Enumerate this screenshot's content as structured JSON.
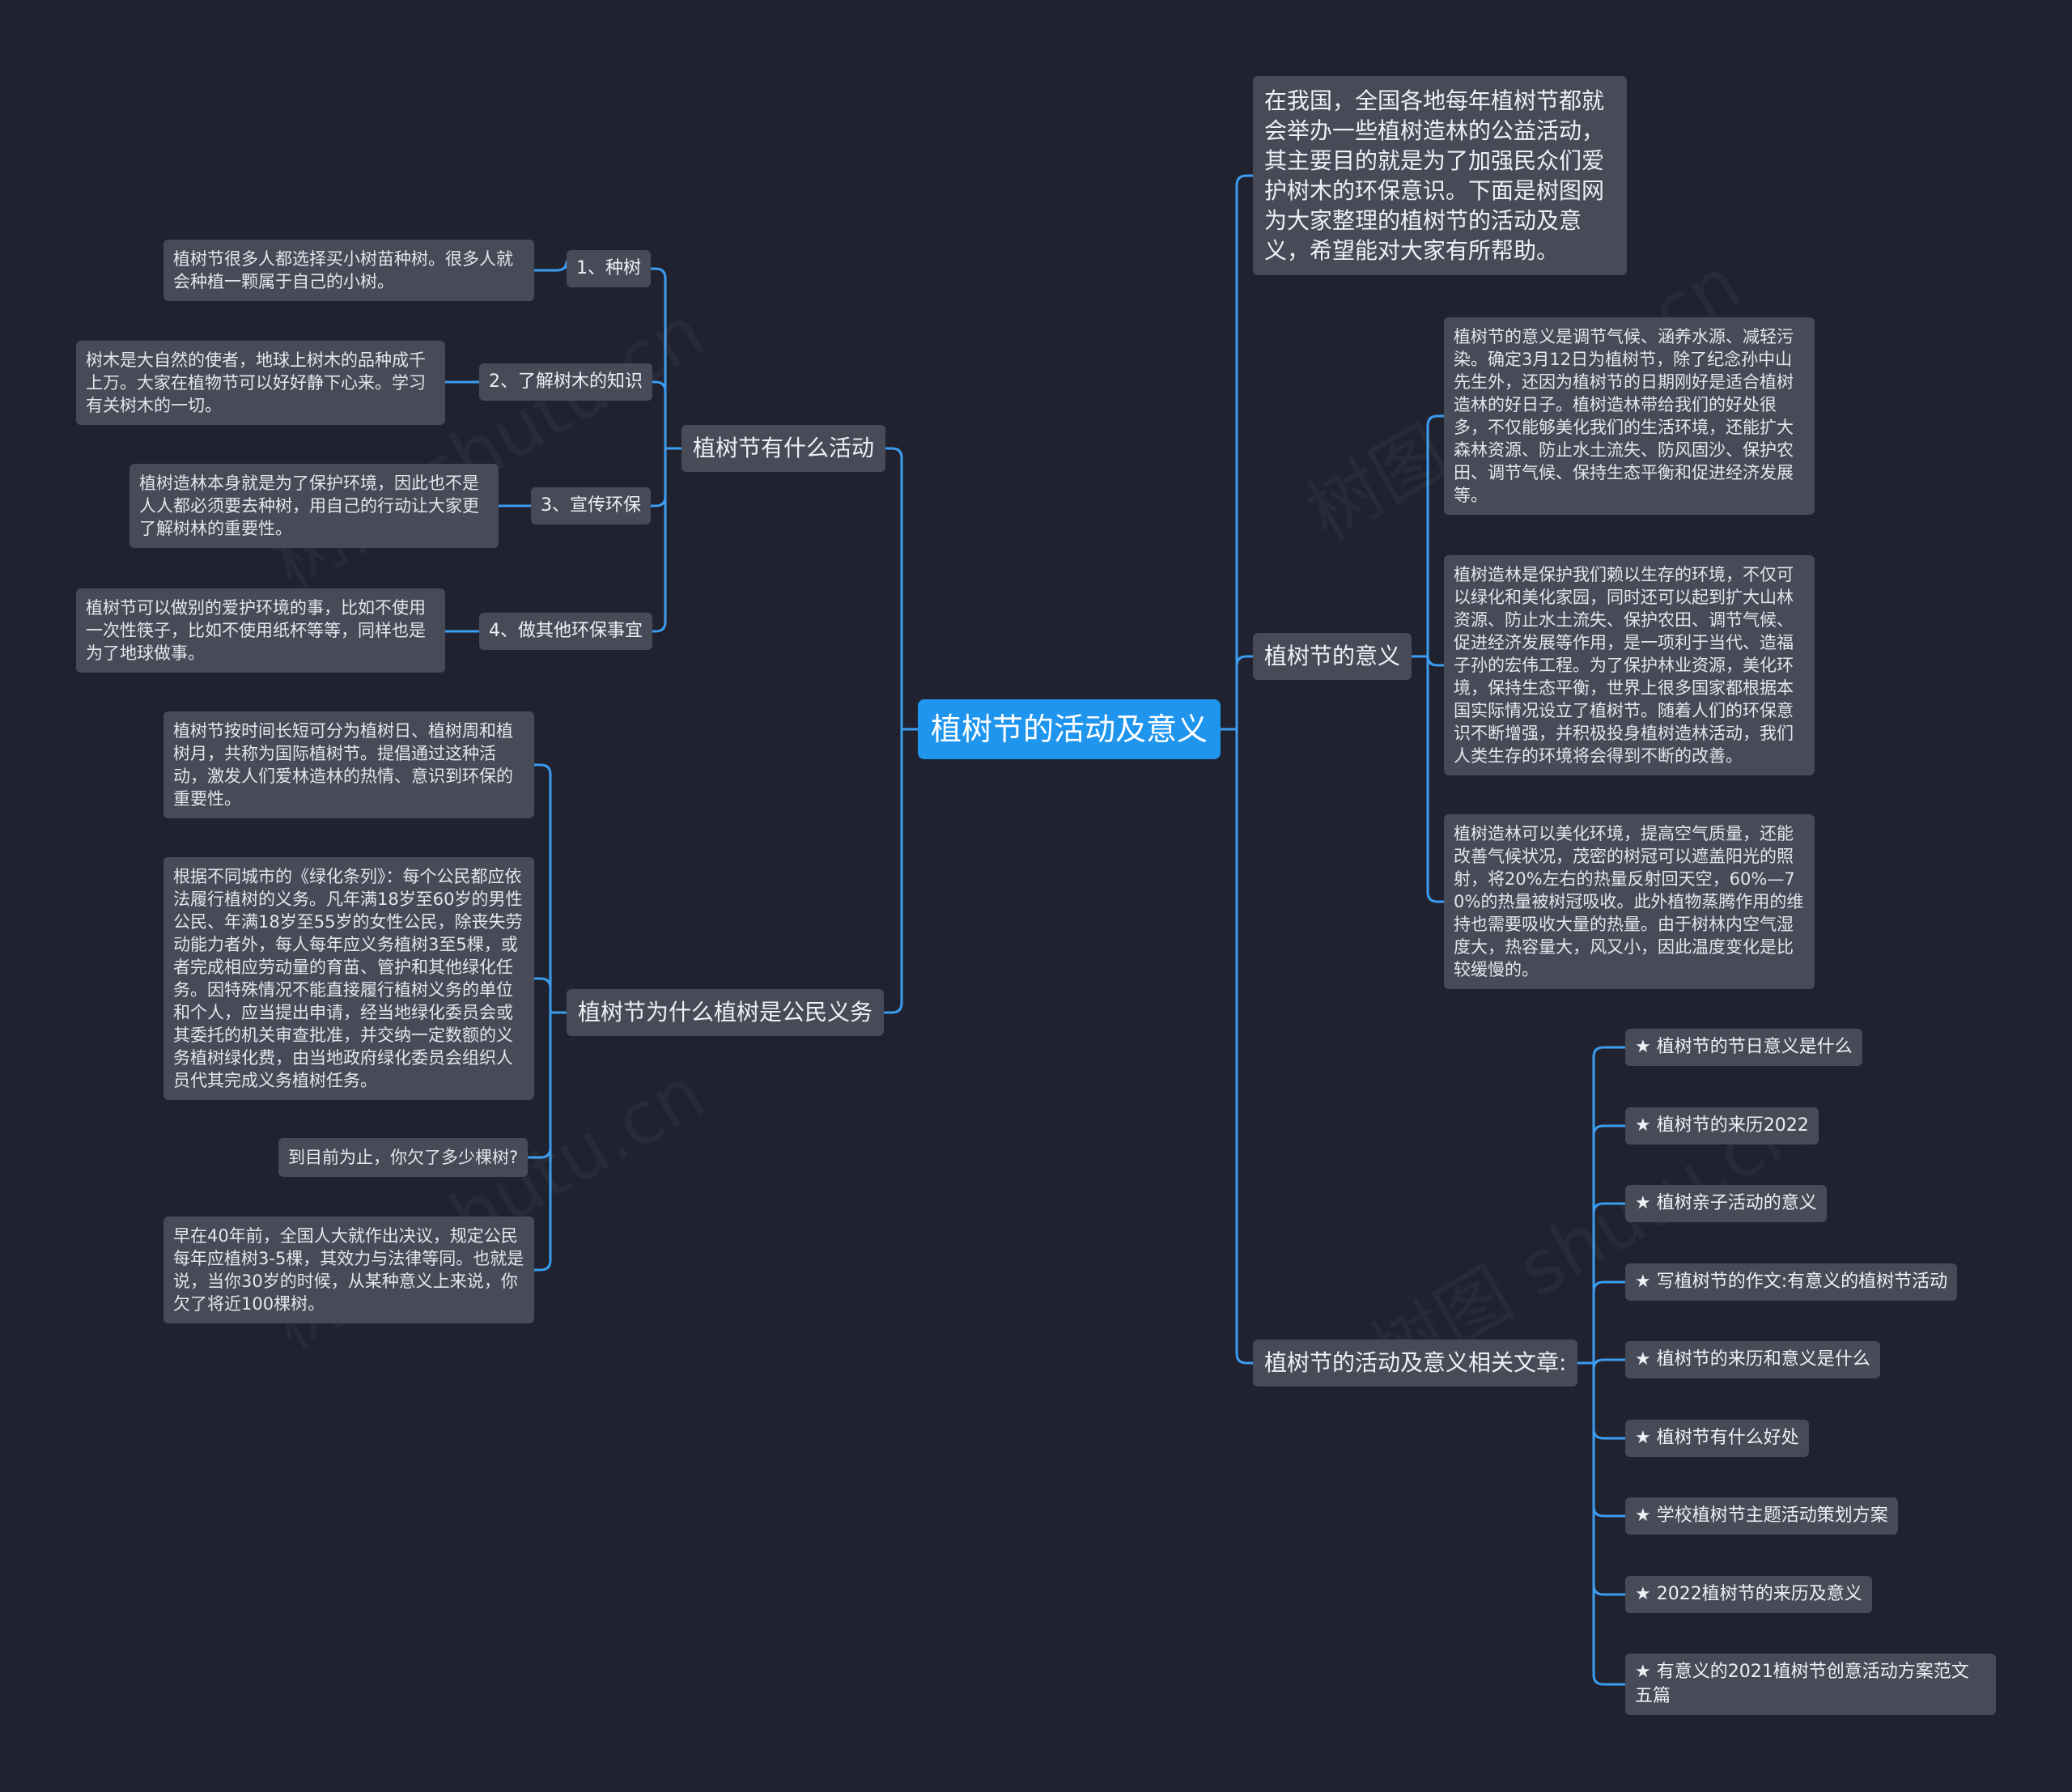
{
  "root": {
    "label": "植树节的活动及意义"
  },
  "left": {
    "activities": {
      "label": "植树节有什么活动",
      "items": [
        {
          "label": "1、种树",
          "detail": "植树节很多人都选择买小树苗种树。很多人就会种植一颗属于自己的小树。"
        },
        {
          "label": "2、了解树木的知识",
          "detail": "树木是大自然的使者，地球上树木的品种成千上万。大家在植物节可以好好静下心来。学习有关树木的一切。"
        },
        {
          "label": "3、宣传环保",
          "detail": "植树造林本身就是为了保护环境，因此也不是人人都必须要去种树，用自己的行动让大家更了解树林的重要性。"
        },
        {
          "label": "4、做其他环保事宜",
          "detail": "植树节可以做别的爱护环境的事，比如不使用一次性筷子，比如不使用纸杯等等，同样也是为了地球做事。"
        }
      ]
    },
    "duty": {
      "label": "植树节为什么植树是公民义务",
      "items": [
        "植树节按时间长短可分为植树日、植树周和植树月，共称为国际植树节。提倡通过这种活动，激发人们爱林造林的热情、意识到环保的重要性。",
        "根据不同城市的《绿化条列》：每个公民都应依法履行植树的义务。凡年满18岁至60岁的男性公民、年满18岁至55岁的女性公民，除丧失劳动能力者外，每人每年应义务植树3至5棵，或者完成相应劳动量的育苗、管护和其他绿化任务。因特殊情况不能直接履行植树义务的单位和个人，应当提出申请，经当地绿化委员会或其委托的机关审查批准，并交纳一定数额的义务植树绿化费，由当地政府绿化委员会组织人员代其完成义务植树任务。",
        "到目前为止，你欠了多少棵树?",
        "早在40年前，全国人大就作出决议，规定公民每年应植树3-5棵，其效力与法律等同。也就是说，当你30岁的时候，从某种意义上来说，你欠了将近100棵树。"
      ]
    }
  },
  "right": {
    "intro": "在我国，全国各地每年植树节都就会举办一些植树造林的公益活动，其主要目的就是为了加强民众们爱护树木的环保意识。下面是树图网为大家整理的植树节的活动及意义，希望能对大家有所帮助。",
    "meaning": {
      "label": "植树节的意义",
      "items": [
        "植树节的意义是调节气候、涵养水源、减轻污染。确定3月12日为植树节，除了纪念孙中山先生外，还因为植树节的日期刚好是适合植树造林的好日子。植树造林带给我们的好处很多，不仅能够美化我们的生活环境，还能扩大森林资源、防止水土流失、防风固沙、保护农田、调节气候、保持生态平衡和促进经济发展等。",
        "植树造林是保护我们赖以生存的环境，不仅可以绿化和美化家园，同时还可以起到扩大山林资源、防止水土流失、保护农田、调节气候、促进经济发展等作用，是一项利于当代、造福子孙的宏伟工程。为了保护林业资源，美化环境，保持生态平衡，世界上很多国家都根据本国实际情况设立了植树节。随着人们的环保意识不断增强，并积极投身植树造林活动，我们人类生存的环境将会得到不断的改善。",
        "植树造林可以美化环境，提高空气质量，还能改善气候状况，茂密的树冠可以遮盖阳光的照射，将20%左右的热量反射回天空，60%—70%的热量被树冠吸收。此外植物蒸腾作用的维持也需要吸收大量的热量。由于树林内空气湿度大，热容量大，风又小，因此温度变化是比较缓慢的。"
      ]
    },
    "related": {
      "label": "植树节的活动及意义相关文章:",
      "items": [
        "★ 植树节的节日意义是什么",
        "★ 植树节的来历2022",
        "★ 植树亲子活动的意义",
        "★ 写植树节的作文:有意义的植树节活动",
        "★ 植树节的来历和意义是什么",
        "★ 植树节有什么好处",
        "★ 学校植树节主题活动策划方案",
        "★ 2022植树节的来历及意义",
        "★ 有意义的2021植树节创意活动方案范文五篇"
      ]
    }
  },
  "watermark": "树图 shutu.cn",
  "colors": {
    "background": "#20232f",
    "node": "#474b58",
    "root": "#1f95ee",
    "line": "#3b9cf0"
  }
}
